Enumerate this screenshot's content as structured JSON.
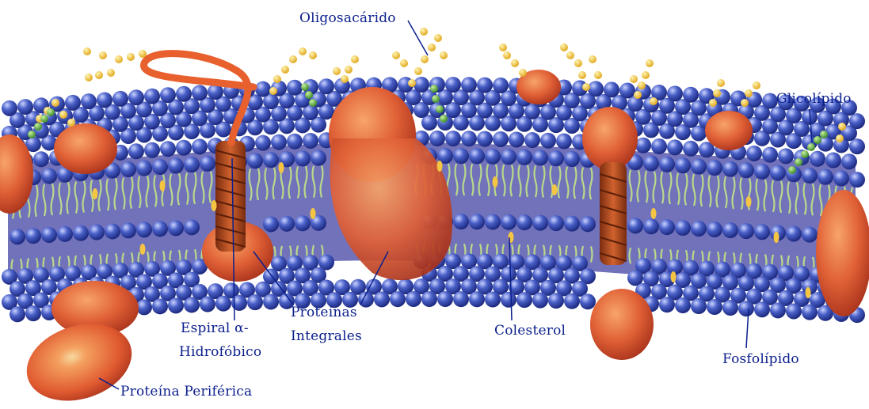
{
  "labels": {
    "oligosacarido": "Oligosacárido",
    "glicolipido": "Glicolípido",
    "espiral_line1": "Espiral α-",
    "espiral_line2": "Hidrofóbico",
    "proteinas_line1": "Proteínas",
    "proteinas_line2": "Integrales",
    "colesterol": "Colesterol",
    "fosfolipido": "Fosfolípido",
    "proteina_periferica": "Proteína Periférica"
  },
  "colors": {
    "label_text": "#0b1f8c",
    "phospholipid_head": "#3a4fb8",
    "phospholipid_highlight": "#c9d2ff",
    "lipid_tail": "#b9d98a",
    "membrane_core": "#6f6fb8",
    "protein": "#d9472b",
    "protein_light": "#f08a55",
    "sugar_chain": "#f2c53d",
    "glycolipid_chain": "#5aa63a",
    "cholesterol": "#f4c542"
  },
  "icons": {
    "phospholipid": "blue-sphere",
    "protein": "orange-blob",
    "oligosaccharide": "yellow-bead-chain",
    "glycolipid": "green-bead-chain",
    "cholesterol": "yellow-ring",
    "alpha_helix": "brown-coil"
  }
}
